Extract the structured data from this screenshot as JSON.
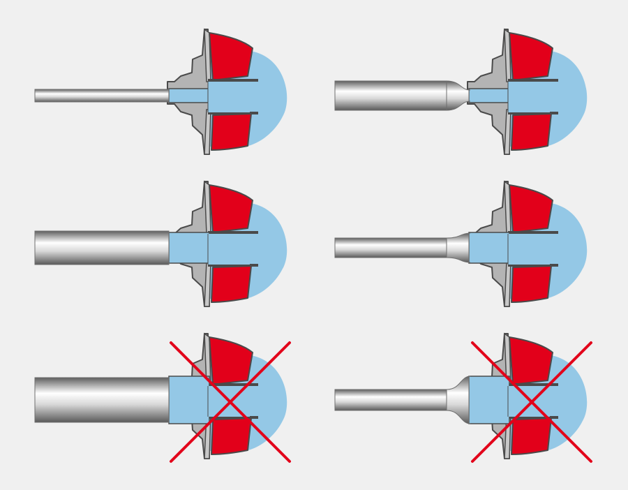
{
  "colors": {
    "background": "#f0f0f0",
    "impeller_vane": "#e2001a",
    "fluid": "#94c8e6",
    "housing": "#b4b4b4",
    "outline": "#4a4a4a",
    "cross": "#e2001a",
    "shaft_dark": "#6e6e6e",
    "shaft_light": "#fafafa"
  },
  "diagrams": [
    {
      "id": "thin-shaft-small-bore",
      "shaft": "thin",
      "bore": "small",
      "rejected": false
    },
    {
      "id": "stepped-shaft-small-bore",
      "shaft": "stepped",
      "bore": "small",
      "rejected": false
    },
    {
      "id": "thick-shaft-large-bore",
      "shaft": "thick",
      "bore": "large",
      "rejected": false
    },
    {
      "id": "stepped-shaft-large-bore",
      "shaft": "stepped",
      "bore": "large",
      "rejected": false
    },
    {
      "id": "oversize-shaft",
      "shaft": "oversize",
      "bore": "large",
      "rejected": true
    },
    {
      "id": "stepped-shaft-oversize-bore",
      "shaft": "stepped",
      "bore": "oversize",
      "rejected": true
    }
  ]
}
